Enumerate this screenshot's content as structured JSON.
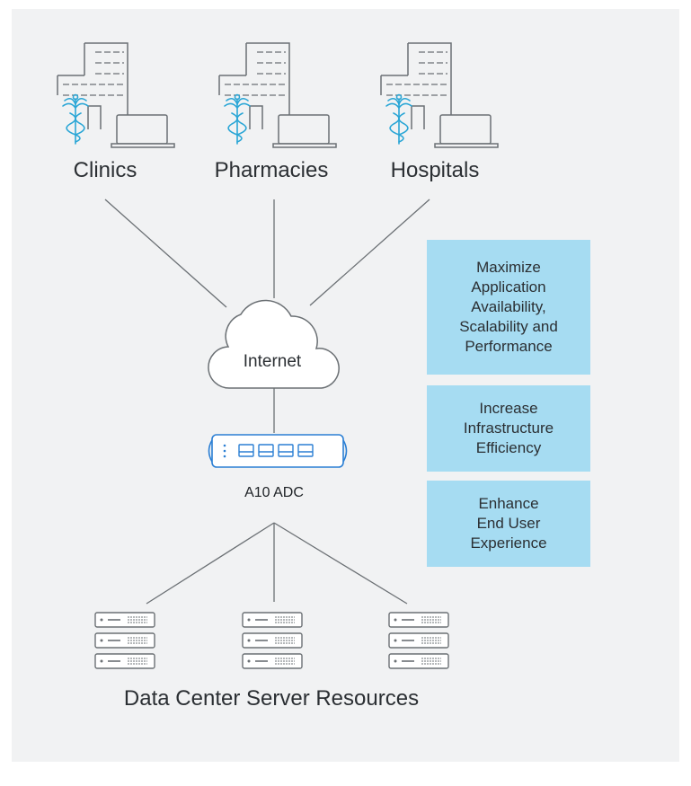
{
  "sites": [
    {
      "label": "Clinics"
    },
    {
      "label": "Pharmacies"
    },
    {
      "label": "Hospitals"
    }
  ],
  "cloud": {
    "label": "Internet"
  },
  "adc": {
    "label": "A10 ADC"
  },
  "datacenter": {
    "label": "Data Center Server Resources"
  },
  "benefits": [
    {
      "text": "Maximize\nApplication\nAvailability,\nScalability and\nPerformance"
    },
    {
      "text": "Increase\nInfrastructure\nEfficiency"
    },
    {
      "text": "Enhance\nEnd User\nExperience"
    }
  ],
  "colors": {
    "background": "#f1f2f3",
    "benefit_box": "#a6dcf2",
    "line": "#6b7074",
    "icon_stroke": "#6b7074",
    "medical_symbol": "#2aa6d6",
    "adc_accent": "#2b7fd4"
  },
  "icons": {
    "site_building": "building-icon",
    "site_medical": "caduceus-icon",
    "site_laptop": "laptop-icon",
    "cloud": "cloud-icon",
    "adc": "adc-appliance-icon",
    "server": "server-rack-icon"
  }
}
